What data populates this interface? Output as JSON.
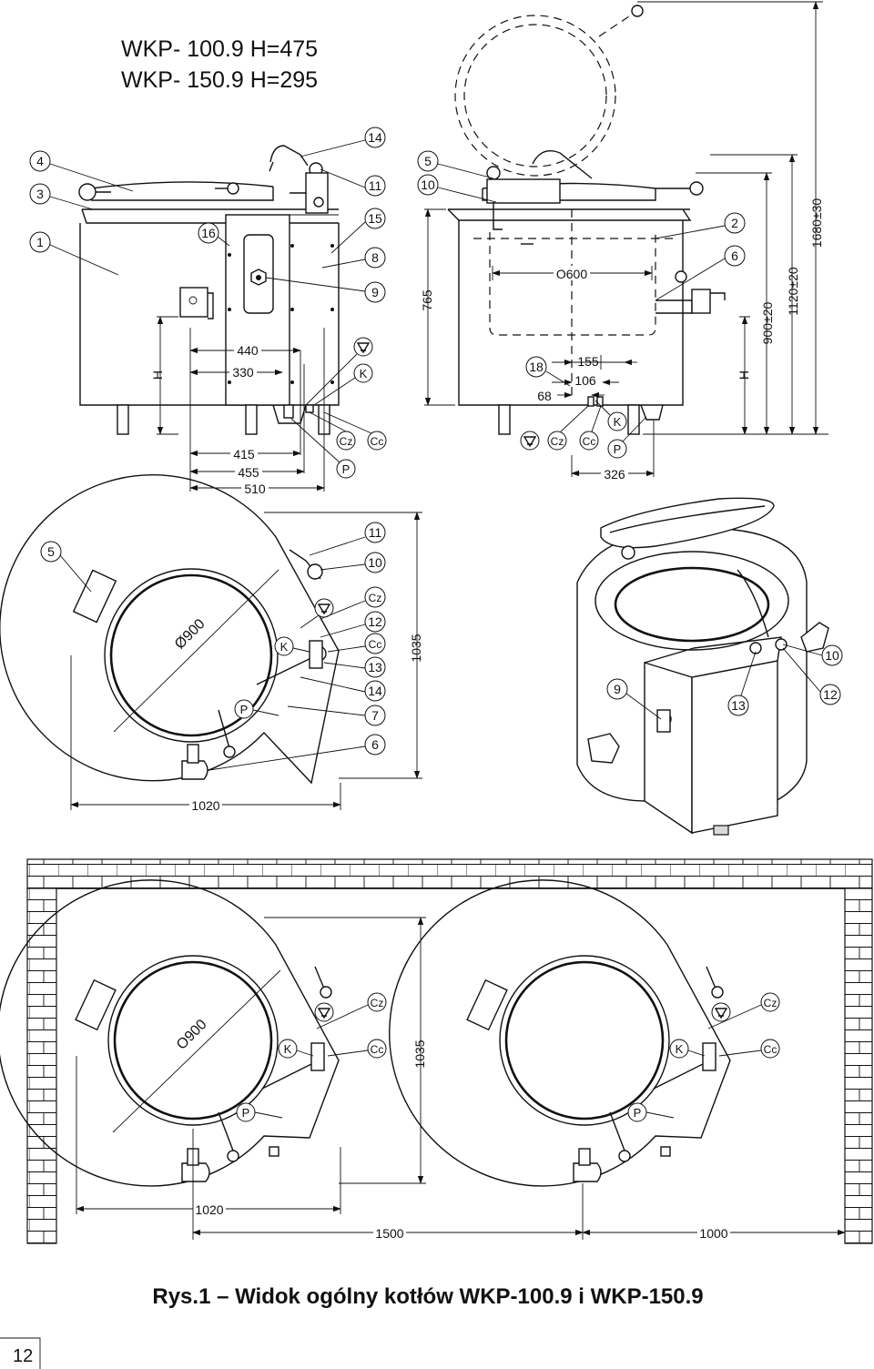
{
  "header": {
    "line1": "WKP- 100.9 H=475",
    "line2": "WKP- 150.9 H=295"
  },
  "front_view": {
    "callouts": [
      "4",
      "3",
      "1",
      "16",
      "14",
      "11",
      "15",
      "8",
      "9"
    ],
    "dims": {
      "h": "H",
      "d440": "440",
      "d330": "330",
      "d415": "415",
      "d455": "455",
      "d510": "510"
    },
    "letters": {
      "k": "K",
      "cz": "Cz",
      "cc": "Cc",
      "p": "P"
    }
  },
  "side_view": {
    "callouts": [
      "5",
      "10",
      "2",
      "6",
      "18"
    ],
    "dims": {
      "d765": "765",
      "o600": "O600",
      "d155": "155",
      "d106": "106",
      "d68": "68",
      "d326": "326",
      "h": "H",
      "d900": "900±20",
      "d1120": "1120±20",
      "d1680": "1680±30"
    },
    "letters": {
      "k": "K",
      "cz": "Cz",
      "cc": "Cc",
      "p": "P"
    }
  },
  "top_view": {
    "callouts": [
      "5",
      "11",
      "10",
      "12",
      "13",
      "14",
      "7",
      "6"
    ],
    "dims": {
      "dia": "Ø900",
      "d1035": "1035",
      "d1020": "1020"
    },
    "letters": {
      "k": "K",
      "p": "P",
      "cz": "Cz",
      "cc": "Cc"
    }
  },
  "iso_view": {
    "callouts": [
      "10",
      "9",
      "13",
      "12"
    ]
  },
  "layout_view": {
    "left": {
      "dia": "O900",
      "cz": "Cz",
      "k": "K",
      "cc": "Cc",
      "p": "P",
      "d1035": "1035",
      "d1020": "1020"
    },
    "right": {
      "cz": "Cz",
      "k": "K",
      "cc": "Cc",
      "p": "P"
    },
    "d1500": "1500",
    "d1000": "1000"
  },
  "caption": "Rys.1 – Widok ogólny kotłów WKP-100.9 i WKP-150.9",
  "page_number": "12"
}
